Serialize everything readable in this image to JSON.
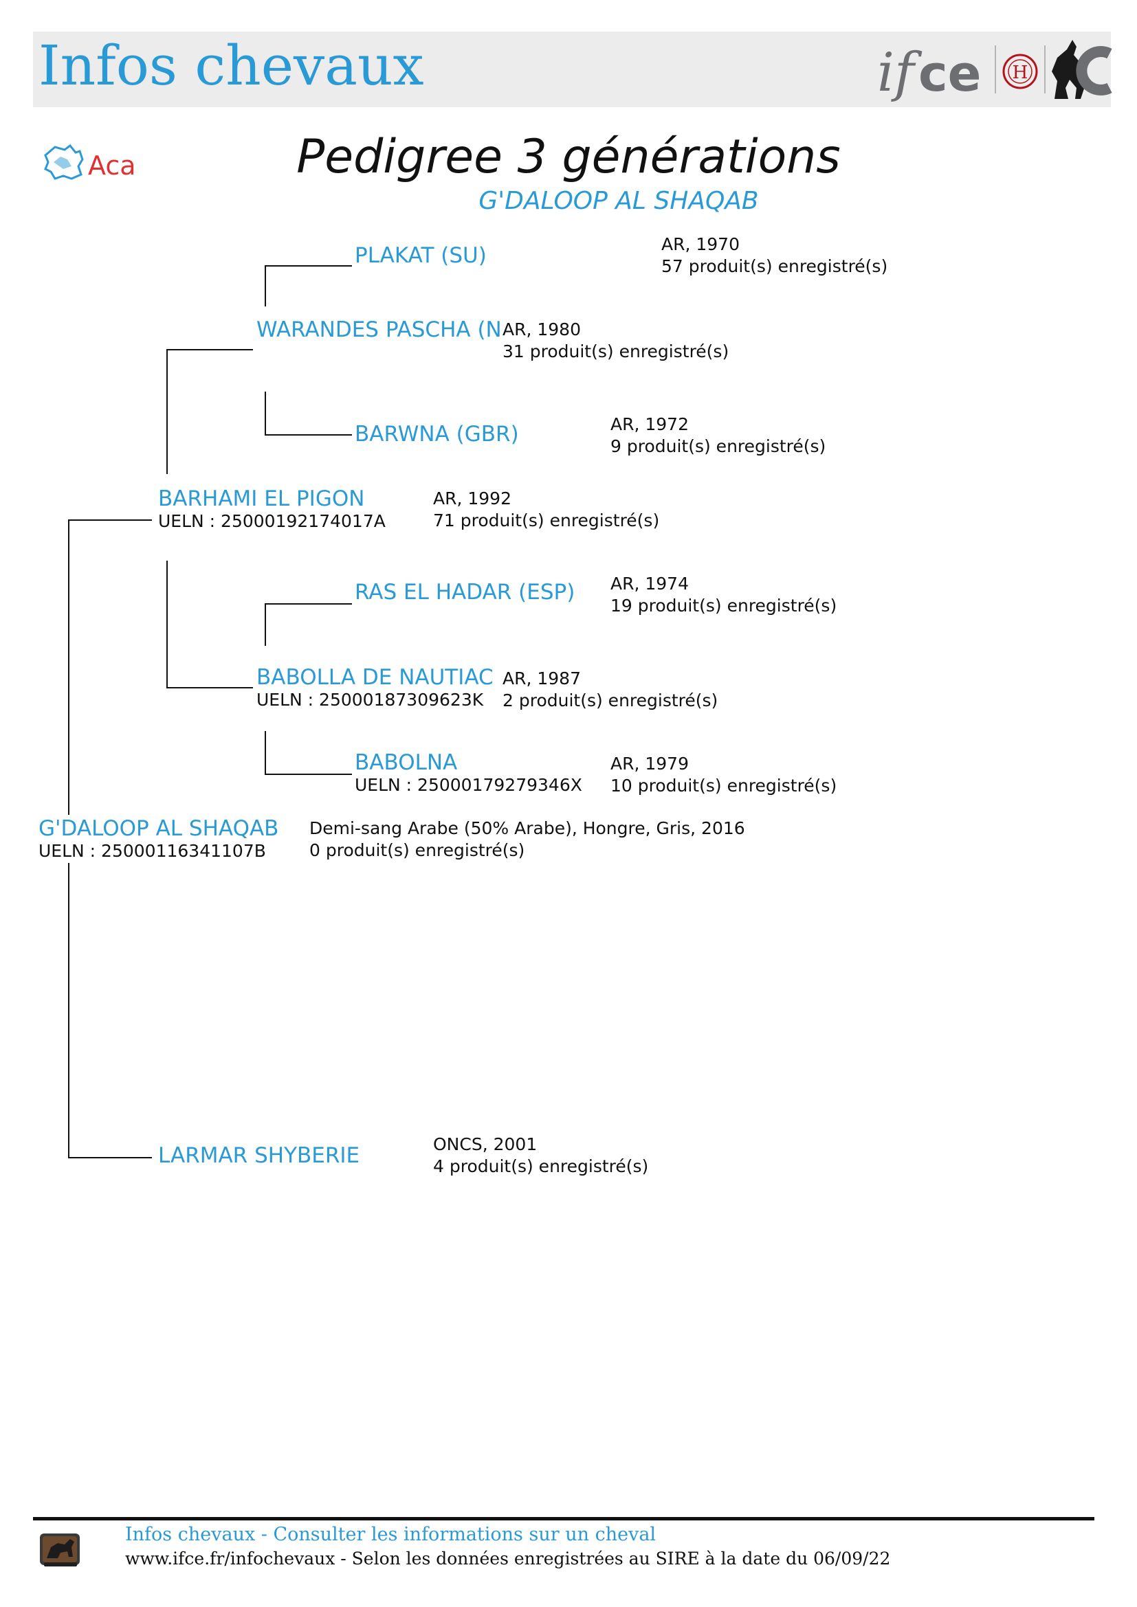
{
  "header": {
    "title": "Infos chevaux",
    "logo_text": "ifce"
  },
  "document": {
    "title": "Pedigree 3 générations",
    "subject": "G'DALOOP AL SHAQAB"
  },
  "pedigree": {
    "subject": {
      "name": "G'DALOOP AL SHAQAB",
      "ueln": "UELN : 25000116341107B",
      "line1": "Demi-sang Arabe (50% Arabe), Hongre, Gris, 2016",
      "line2": "0 produit(s) enregistré(s)"
    },
    "sire": {
      "name": "BARHAMI EL PIGON",
      "ueln": "UELN : 25000192174017A",
      "line1": "AR, 1992",
      "line2": "71 produit(s) enregistré(s)"
    },
    "dam": {
      "name": "LARMAR SHYBERIE",
      "line1": "ONCS, 2001",
      "line2": "4 produit(s) enregistré(s)"
    },
    "sire_sire": {
      "name": "WARANDES PASCHA (NLD)",
      "line1": "AR, 1980",
      "line2": "31 produit(s) enregistré(s)"
    },
    "sire_dam": {
      "name": "BABOLLA DE NAUTIAC",
      "ueln": "UELN : 25000187309623K",
      "line1": "AR, 1987",
      "line2": "2 produit(s) enregistré(s)"
    },
    "ss_sire": {
      "name": "PLAKAT (SU)",
      "line1": "AR, 1970",
      "line2": "57 produit(s) enregistré(s)"
    },
    "ss_dam": {
      "name": "BARWNA (GBR)",
      "line1": "AR, 1972",
      "line2": "9 produit(s) enregistré(s)"
    },
    "sd_sire": {
      "name": "RAS EL HADAR (ESP)",
      "line1": "AR, 1974",
      "line2": "19 produit(s) enregistré(s)"
    },
    "sd_dam": {
      "name": "BABOLNA",
      "ueln": "UELN : 25000179279346X",
      "line1": "AR, 1979",
      "line2": "10 produit(s) enregistré(s)"
    }
  },
  "footer": {
    "line1": "Infos chevaux - Consulter les informations sur un cheval",
    "line2": "www.ifce.fr/infochevaux - Selon les données enregistrées au SIRE à la date du 06/09/22"
  },
  "colors": {
    "accent": "#2a9ad6",
    "header_bg": "#ececec",
    "logo_gray": "#6d6e71",
    "logo_red": "#b5121b"
  }
}
